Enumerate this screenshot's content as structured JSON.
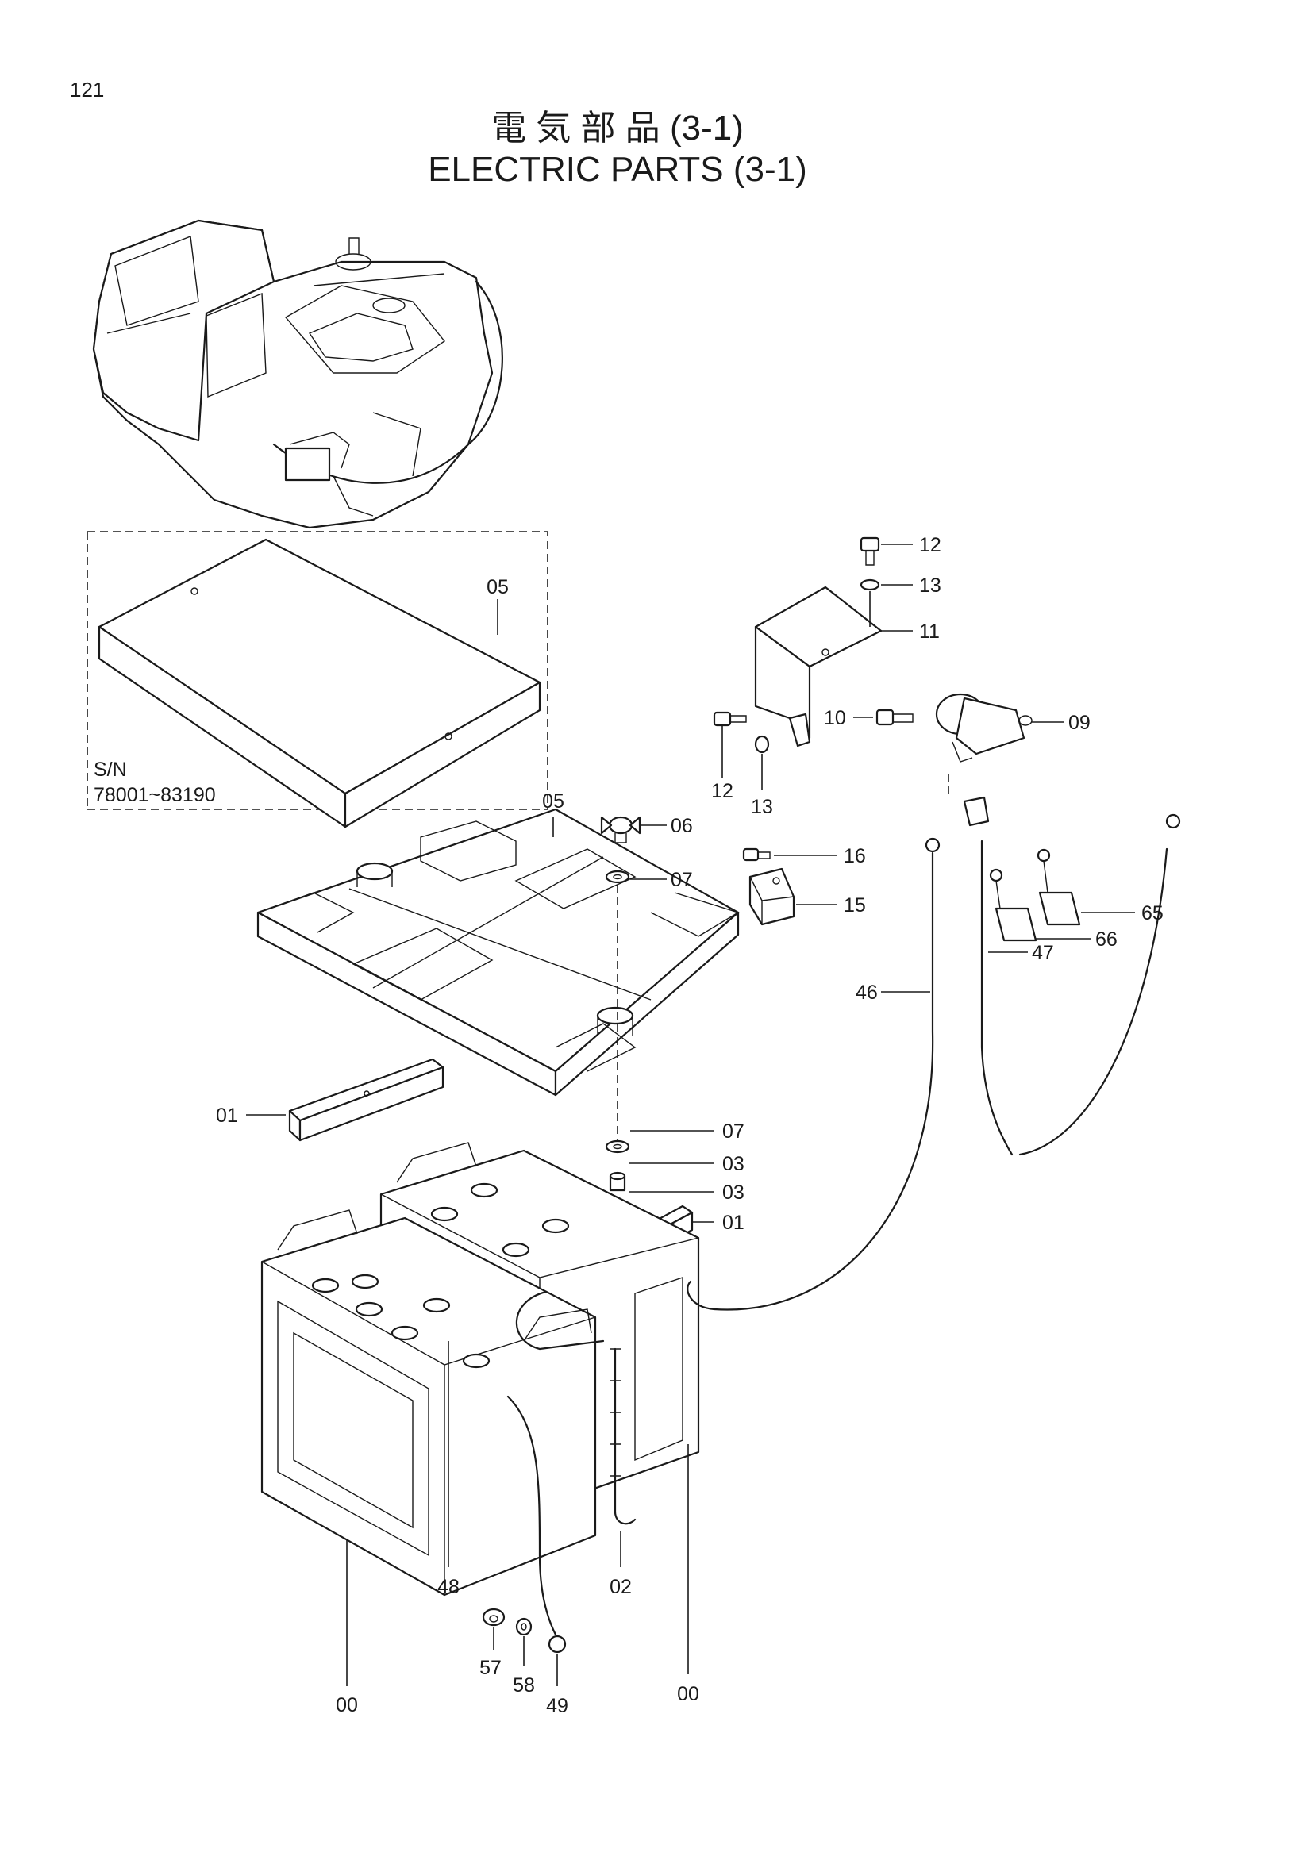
{
  "page": {
    "number": "121",
    "title_jp": "電 気 部 品 (3-1)",
    "title_en": "ELECTRIC PARTS (3-1)"
  },
  "serial_box": {
    "line1": "S/N",
    "line2": "78001~83190"
  },
  "callouts": {
    "c05_inset": "05",
    "c05_tray": "05",
    "c06": "06",
    "c07_top": "07",
    "c07_mid": "07",
    "c03_a": "03",
    "c03_b": "03",
    "c01_left": "01",
    "c01_right": "01",
    "c12_top": "12",
    "c13_top": "13",
    "c11": "11",
    "c10": "10",
    "c09": "09",
    "c12_low": "12",
    "c13_low": "13",
    "c16": "16",
    "c15": "15",
    "c65": "65",
    "c66": "66",
    "c47": "47",
    "c46": "46",
    "c00_left": "00",
    "c00_right": "00",
    "c48": "48",
    "c02": "02",
    "c57": "57",
    "c58": "58",
    "c49": "49"
  }
}
